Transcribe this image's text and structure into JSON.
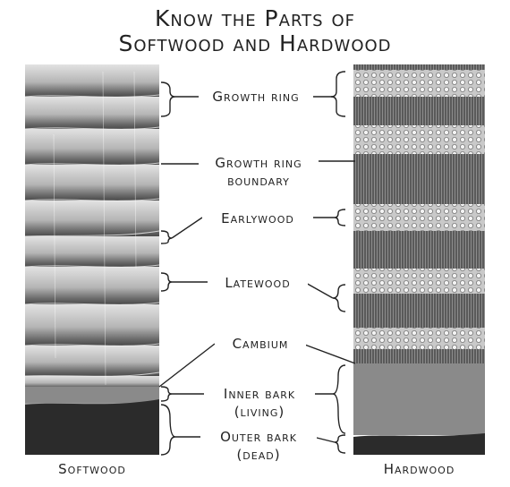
{
  "title_line1": "Know the Parts of",
  "title_line2": "Softwood and Hardwood",
  "labels": {
    "growth_ring": "Growth ring",
    "growth_ring_boundary_1": "Growth ring",
    "growth_ring_boundary_2": "boundary",
    "earlywood": "Earlywood",
    "latewood": "Latewood",
    "cambium": "Cambium",
    "inner_bark_1": "Inner bark",
    "inner_bark_2": "(living)",
    "outer_bark_1": "Outer bark",
    "outer_bark_2": "(dead)"
  },
  "captions": {
    "softwood": "Softwood",
    "hardwood": "Hardwood"
  },
  "colors": {
    "ink": "#222222",
    "inner_bark": "#8a8a8a",
    "outer_bark": "#2b2b2b",
    "latewood": "#555555",
    "earlywood": "#d8d8d8"
  }
}
